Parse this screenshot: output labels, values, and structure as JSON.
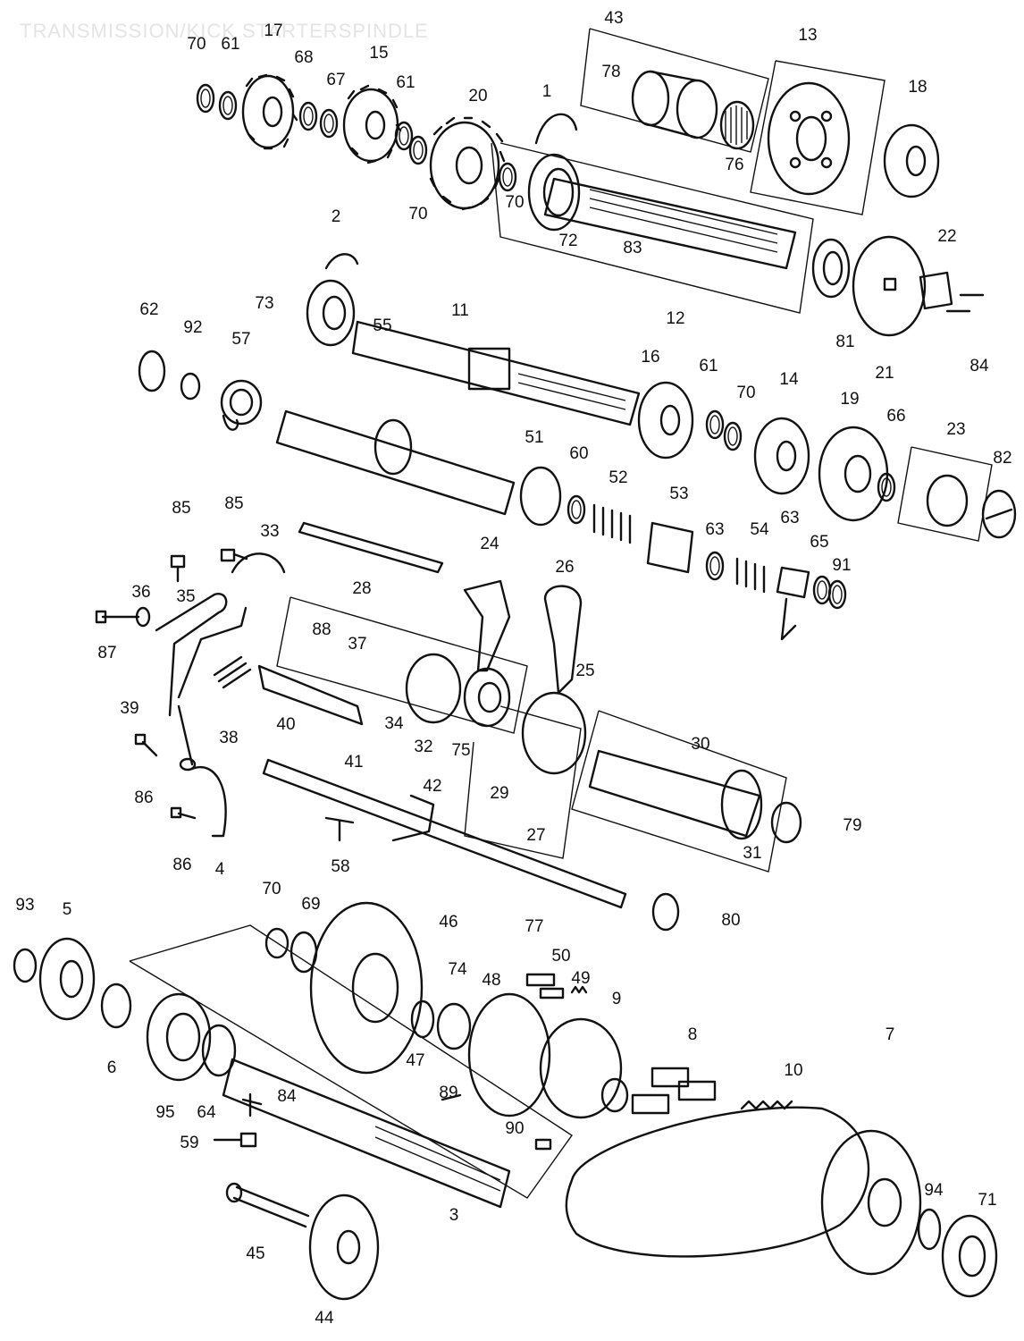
{
  "title": "TRANSMISSION/KICK STARTERSPINDLE",
  "callouts": [
    {
      "label": "70"
    },
    {
      "label": "61"
    },
    {
      "label": "17"
    },
    {
      "label": "68"
    },
    {
      "label": "67"
    },
    {
      "label": "15"
    },
    {
      "label": "61"
    },
    {
      "label": "70"
    },
    {
      "label": "20"
    },
    {
      "label": "1"
    },
    {
      "label": "43"
    },
    {
      "label": "78"
    },
    {
      "label": "76"
    },
    {
      "label": "13"
    },
    {
      "label": "18"
    },
    {
      "label": "70"
    },
    {
      "label": "72"
    },
    {
      "label": "83"
    },
    {
      "label": "12"
    },
    {
      "label": "2"
    },
    {
      "label": "73"
    },
    {
      "label": "11"
    },
    {
      "label": "81"
    },
    {
      "label": "21"
    },
    {
      "label": "22"
    },
    {
      "label": "84"
    },
    {
      "label": "62"
    },
    {
      "label": "92"
    },
    {
      "label": "57"
    },
    {
      "label": "55"
    },
    {
      "label": "16"
    },
    {
      "label": "61"
    },
    {
      "label": "70"
    },
    {
      "label": "14"
    },
    {
      "label": "19"
    },
    {
      "label": "66"
    },
    {
      "label": "23"
    },
    {
      "label": "82"
    },
    {
      "label": "51"
    },
    {
      "label": "60"
    },
    {
      "label": "52"
    },
    {
      "label": "53"
    },
    {
      "label": "63"
    },
    {
      "label": "54"
    },
    {
      "label": "63"
    },
    {
      "label": "65"
    },
    {
      "label": "91"
    },
    {
      "label": "85"
    },
    {
      "label": "85"
    },
    {
      "label": "33"
    },
    {
      "label": "28"
    },
    {
      "label": "24"
    },
    {
      "label": "26"
    },
    {
      "label": "36"
    },
    {
      "label": "35"
    },
    {
      "label": "87"
    },
    {
      "label": "88"
    },
    {
      "label": "37"
    },
    {
      "label": "39"
    },
    {
      "label": "38"
    },
    {
      "label": "40"
    },
    {
      "label": "34"
    },
    {
      "label": "32"
    },
    {
      "label": "75"
    },
    {
      "label": "25"
    },
    {
      "label": "30"
    },
    {
      "label": "41"
    },
    {
      "label": "29"
    },
    {
      "label": "86"
    },
    {
      "label": "42"
    },
    {
      "label": "27"
    },
    {
      "label": "79"
    },
    {
      "label": "86"
    },
    {
      "label": "4"
    },
    {
      "label": "58"
    },
    {
      "label": "31"
    },
    {
      "label": "80"
    },
    {
      "label": "93"
    },
    {
      "label": "5"
    },
    {
      "label": "70"
    },
    {
      "label": "69"
    },
    {
      "label": "46"
    },
    {
      "label": "77"
    },
    {
      "label": "50"
    },
    {
      "label": "49"
    },
    {
      "label": "74"
    },
    {
      "label": "48"
    },
    {
      "label": "9"
    },
    {
      "label": "6"
    },
    {
      "label": "47"
    },
    {
      "label": "8"
    },
    {
      "label": "10"
    },
    {
      "label": "7"
    },
    {
      "label": "95"
    },
    {
      "label": "64"
    },
    {
      "label": "84"
    },
    {
      "label": "89"
    },
    {
      "label": "90"
    },
    {
      "label": "59"
    },
    {
      "label": "94"
    },
    {
      "label": "71"
    },
    {
      "label": "3"
    },
    {
      "label": "45"
    },
    {
      "label": "44"
    }
  ]
}
